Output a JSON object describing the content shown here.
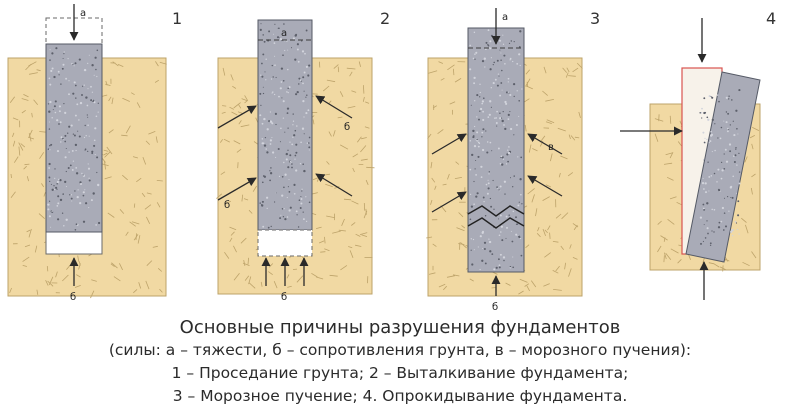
{
  "panels": [
    {
      "number": "1",
      "labels": {
        "a": "а",
        "b": "б"
      }
    },
    {
      "number": "2",
      "labels": {
        "a": "а",
        "b_left": "б",
        "b_right": "б",
        "b_bottom": "б"
      }
    },
    {
      "number": "3",
      "labels": {
        "a": "а",
        "v": "в",
        "b": "б"
      }
    },
    {
      "number": "4"
    }
  ],
  "caption": {
    "title": "Основные причины разрушения фундаментов",
    "forces": "(силы: а – тяжести, б – сопротивления грунта, в – морозного пучения):",
    "causes_1": "1 – Проседание грунта; 2 – Выталкивание фундамента;",
    "causes_2": "3 – Морозное пучение; 4. Опрокидывание фундамента."
  },
  "colors": {
    "soil": "#f1d9a3",
    "soil_edge": "#bda36a",
    "concrete": "#a9abb7",
    "concrete_edge": "#555a66",
    "void_edge": "#6a6a6a",
    "arrow": "#2a2a2a",
    "tilt_outline": "#d9534f"
  }
}
